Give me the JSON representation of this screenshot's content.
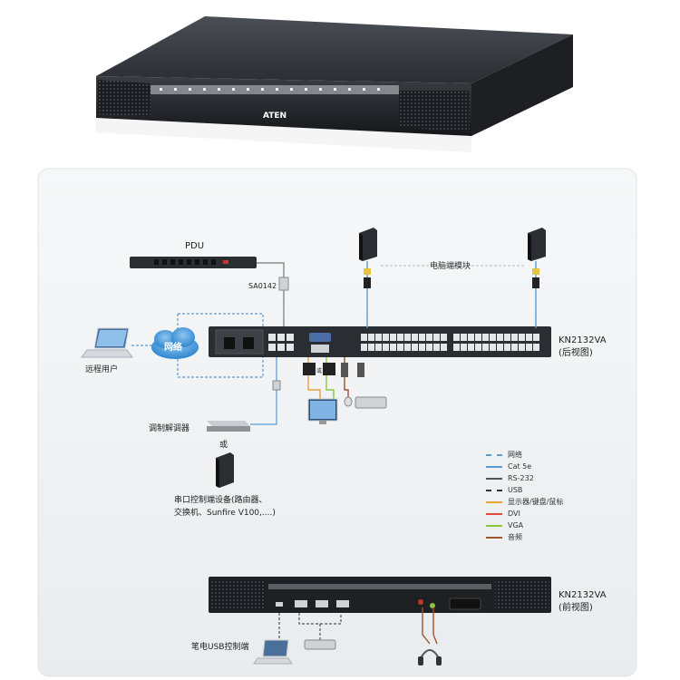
{
  "device": {
    "brand": "ATEN",
    "model_rear_label": "KN2132VA",
    "rear_view_label": "(后视图)",
    "model_front_label": "KN2132VA",
    "front_view_label": "(前视图)"
  },
  "diagram": {
    "pdu_label": "PDU",
    "sa0142_label": "SA0142",
    "network_cloud_label": "网络",
    "remote_user_label": "远程用户",
    "computer_module_label": "电脑端模块",
    "or_text_small": "或",
    "modem_label": "调制解调器",
    "or_label": "或",
    "serial_devices_line1": "串口控制端设备(路由器、",
    "serial_devices_line2": "交换机、Sunfire V100,....)",
    "laptop_usb_label": "笔电USB控制端"
  },
  "legend": [
    {
      "label": "网络",
      "color": "#5b9bd5",
      "style": "dashed"
    },
    {
      "label": "Cat 5e",
      "color": "#5b9bd5",
      "style": "solid"
    },
    {
      "label": "RS-232",
      "color": "#555555",
      "style": "solid"
    },
    {
      "label": "USB",
      "color": "#333333",
      "style": "dashed"
    },
    {
      "label": "显示器/键盘/鼠标",
      "color": "#e8a23b",
      "style": "solid"
    },
    {
      "label": "DVI",
      "color": "#e24b3b",
      "style": "solid"
    },
    {
      "label": "VGA",
      "color": "#8cc63f",
      "style": "solid"
    },
    {
      "label": "音频",
      "color": "#a0522d",
      "style": "solid"
    }
  ]
}
